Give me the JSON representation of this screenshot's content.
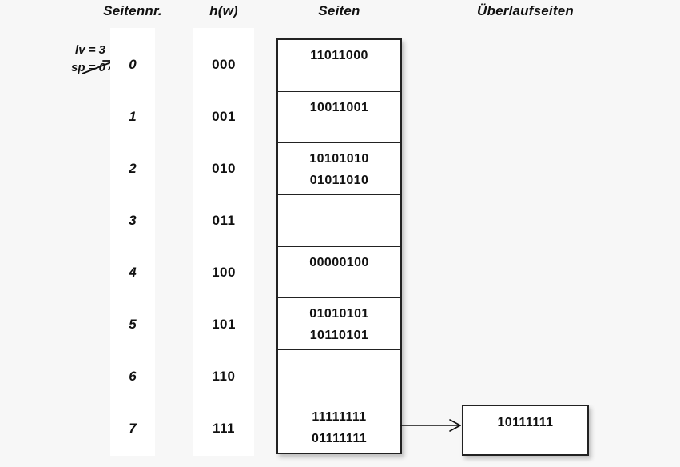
{
  "headers": {
    "seitennr": "Seitennr.",
    "hw": "h(w)",
    "seiten": "Seiten",
    "ueberlaufseiten": "Überlaufseiten"
  },
  "state": {
    "lv_label": "lv = 3",
    "sp_label": "sp = 0",
    "pointer_icon": "arrow-right-icon"
  },
  "colors": {
    "background": "#f7f7f7",
    "strip": "#ffffff",
    "box_border": "#222222",
    "box_fill": "#ffffff",
    "text": "#111111"
  },
  "page_numbers": [
    "0",
    "1",
    "2",
    "3",
    "4",
    "5",
    "6",
    "7"
  ],
  "hash_values": [
    "000",
    "001",
    "010",
    "011",
    "100",
    "101",
    "110",
    "111"
  ],
  "pages": [
    {
      "index": 0,
      "entries": [
        "11011000"
      ]
    },
    {
      "index": 1,
      "entries": [
        "10011001"
      ]
    },
    {
      "index": 2,
      "entries": [
        "10101010",
        "01011010"
      ]
    },
    {
      "index": 3,
      "entries": []
    },
    {
      "index": 4,
      "entries": [
        "00000100"
      ]
    },
    {
      "index": 5,
      "entries": [
        "01010101",
        "10110101"
      ]
    },
    {
      "index": 6,
      "entries": []
    },
    {
      "index": 7,
      "entries": [
        "11111111",
        "01111111"
      ]
    }
  ],
  "overflow_pages": [
    {
      "from_page": 7,
      "entries": [
        "10111111"
      ]
    }
  ]
}
